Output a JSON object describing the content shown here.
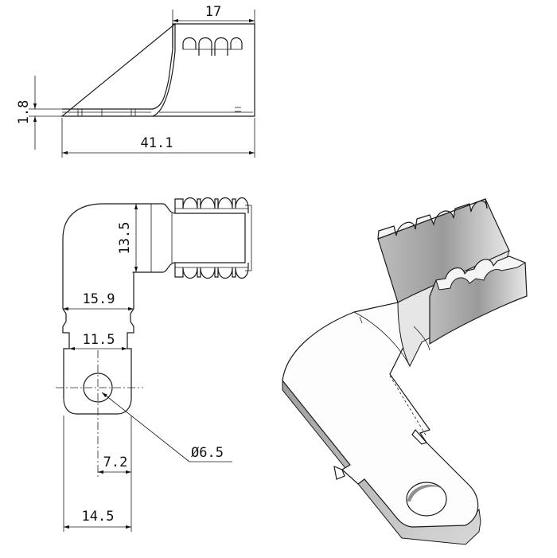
{
  "drawing": {
    "side_view": {
      "width_top": "17",
      "thickness": "1.8",
      "overall_length": "41.1"
    },
    "top_view": {
      "barrel_width": "13.5",
      "arm_width": "15.9",
      "notch_width": "11.5",
      "hole_diameter": "Ø6.5",
      "hole_edge_offset": "7.2",
      "tongue_width": "14.5"
    }
  },
  "colors": {
    "line": "#1a1a1a",
    "shade_dark": "#8c8c8c",
    "shade_light": "#f2f2f2"
  }
}
